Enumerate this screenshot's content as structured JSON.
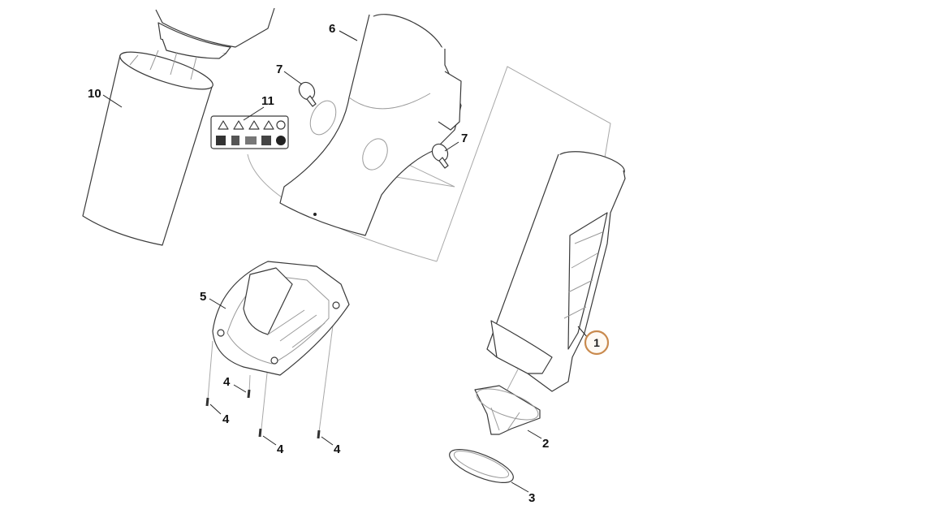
{
  "diagram": {
    "highlight_color": "#c98a4e",
    "labels": {
      "p1": "1",
      "p2": "2",
      "p3": "3",
      "p4a": "4",
      "p4b": "4",
      "p4c": "4",
      "p4d": "4",
      "p5": "5",
      "p6": "6",
      "p7a": "7",
      "p7b": "7",
      "p10": "10",
      "p11": "11"
    }
  }
}
